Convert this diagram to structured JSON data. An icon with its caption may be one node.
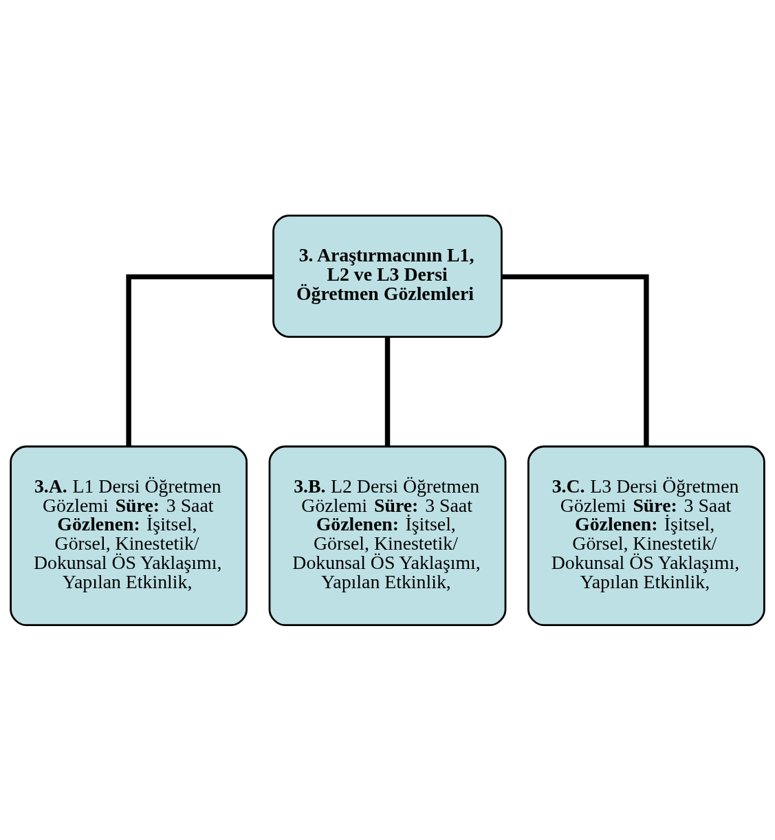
{
  "diagram": {
    "nodes": [
      {
        "text": [
          "**3. Araştırmacının L1, L2 ve L3 Dersi Öğretmen Gözlemleri**"
        ]
      },
      {
        "text": [
          "**3.A.** L1 Dersi Öğretmen Gözlemi **Süre:** 3 Saat **Gözlenen:** İşitsel, Görsel, Kinestetik/ Dokunsal ÖS Yaklaşımı, Yapılan Etkinlik,"
        ]
      },
      {
        "text": [
          "**3.B.** L2 Dersi Öğretmen Gözlemi **Süre:** 3 Saat **Gözlenen:** İşitsel, Görsel, Kinestetik/ Dokunsal ÖS Yaklaşımı, Yapılan Etkinlik,"
        ]
      },
      {
        "text": [
          "**3.C.** L3 Dersi Öğretmen Gözlemi **Süre:** 3 Saat **Gözlenen:** İşitsel, Görsel, Kinestetik/ Dokunsal ÖS Yaklaşımı, Yapılan Etkinlik,"
        ]
      }
    ],
    "edges": [
      {
        "from": 0,
        "to": 1,
        "arrow": "none"
      },
      {
        "from": 0,
        "to": 2,
        "arrow": "none"
      },
      {
        "from": 0,
        "to": 3,
        "arrow": "none"
      }
    ]
  }
}
